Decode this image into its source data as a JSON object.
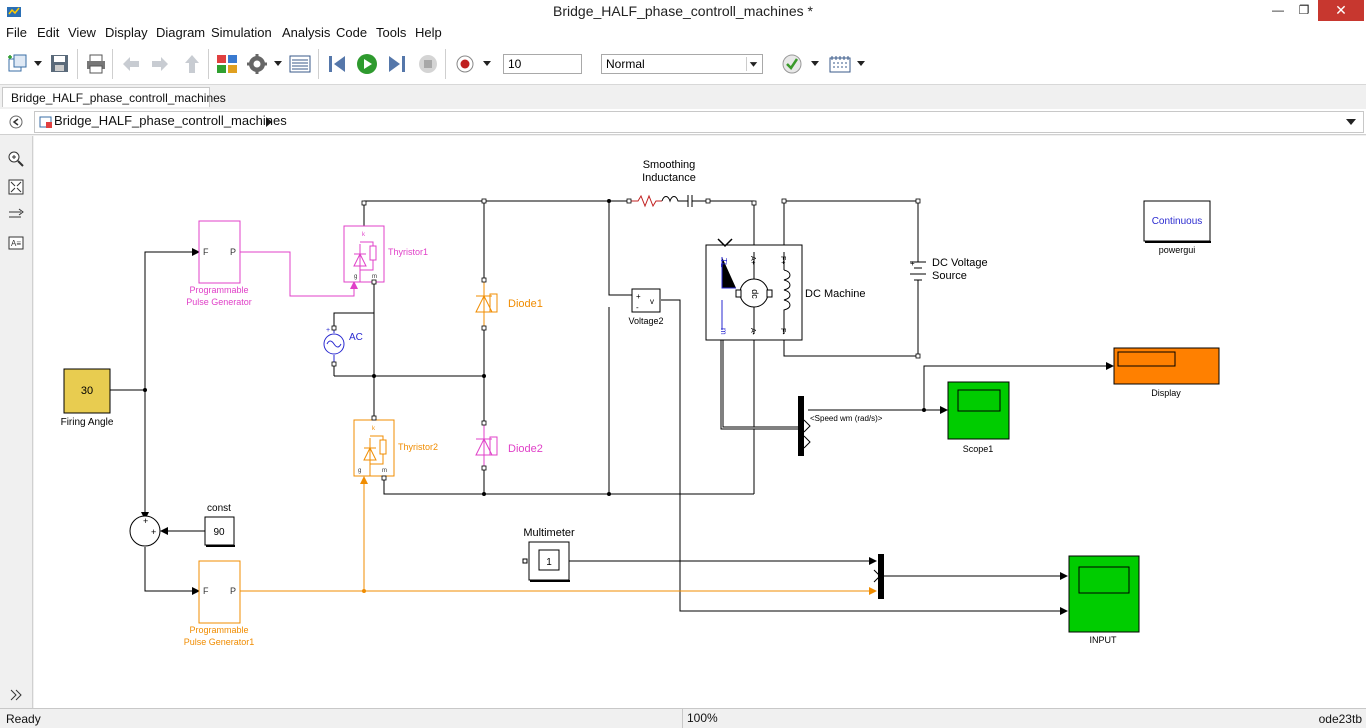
{
  "window": {
    "title": "Bridge_HALF_phase_controll_machines *",
    "minimize": "—",
    "maximize": "❐",
    "close": "✕"
  },
  "menu": [
    "File",
    "Edit",
    "View",
    "Display",
    "Diagram",
    "Simulation",
    "Analysis",
    "Code",
    "Tools",
    "Help"
  ],
  "toolbar": {
    "stop_time": "10",
    "sim_mode": "Normal"
  },
  "tab": {
    "label": "Bridge_HALF_phase_controll_machines"
  },
  "address": {
    "path": "Bridge_HALF_phase_controll_machines"
  },
  "diagram": {
    "firing_angle": {
      "value": "30",
      "label": "Firing Angle"
    },
    "const": {
      "value": "90",
      "label": "const"
    },
    "sum": {
      "plus_top": "+",
      "plus_right": "+"
    },
    "pulse_gen_1": {
      "label": "Programmable\nPulse Generator",
      "line1": "Programmable",
      "line2": "Pulse Generator",
      "port_f": "F",
      "port_p": "P"
    },
    "pulse_gen_2": {
      "line1": "Programmable",
      "line2": "Pulse Generator1",
      "port_f": "F",
      "port_p": "P"
    },
    "thyristor1": {
      "label": "Thyristor1"
    },
    "thyristor2": {
      "label": "Thyristor2"
    },
    "diode1": {
      "label": "Diode1"
    },
    "diode2": {
      "label": "Diode2"
    },
    "ac": {
      "label": "AC"
    },
    "inductance": {
      "line1": "Smoothing",
      "line2": "Inductance"
    },
    "voltage2": {
      "label": "Voltage2",
      "port_v": "v",
      "port_plus": "+",
      "port_minus": "-"
    },
    "dc_machine": {
      "label": "DC Machine",
      "rotor": "dc",
      "tl": "TL",
      "m": "m",
      "a_plus": "A+",
      "a_minus": "A-",
      "f_plus": "F+",
      "f_minus": "F-"
    },
    "dc_source": {
      "line1": "DC Voltage",
      "line2": "Source"
    },
    "powergui": {
      "label": "powergui",
      "mode": "Continuous"
    },
    "display": {
      "label": "Display"
    },
    "scope1": {
      "label": "Scope1"
    },
    "speed_signal": {
      "label": "<Speed wm (rad/s)>"
    },
    "multimeter": {
      "label": "Multimeter",
      "value": "1"
    },
    "input_scope": {
      "label": "INPUT"
    }
  },
  "colors": {
    "magenta": "#e040c8",
    "orange": "#f08c00",
    "green_scope": "#00cc00",
    "display_orange": "#ff8000",
    "gain_yellow": "#e8cc50"
  },
  "status": {
    "ready": "Ready",
    "zoom": "100%",
    "solver": "ode23tb"
  }
}
